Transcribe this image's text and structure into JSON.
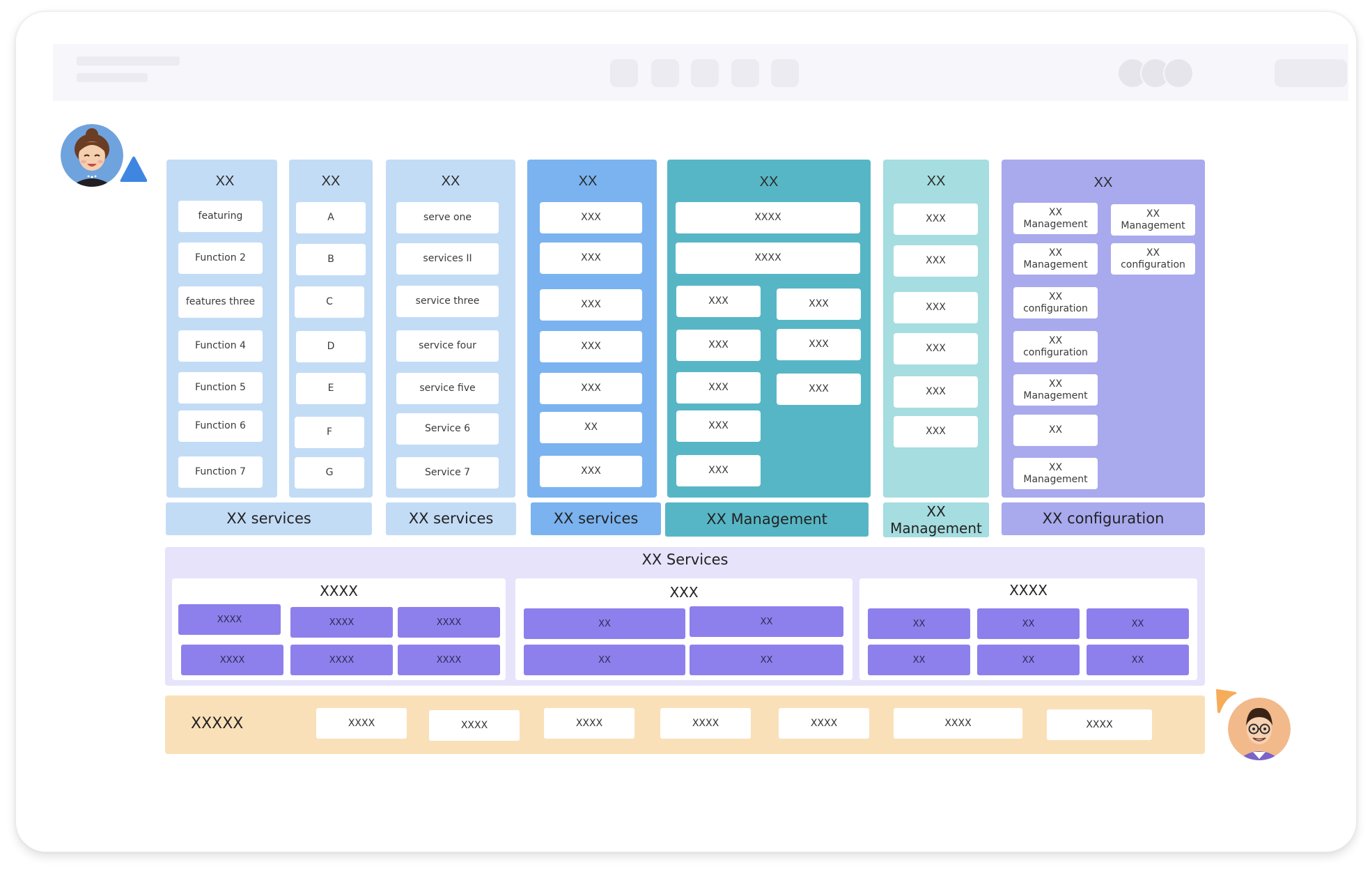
{
  "palette": {
    "light_blue": "#c3dcf6",
    "mid_blue": "#7ab3ef",
    "teal": "#57b6c5",
    "light_teal": "#a5dde0",
    "periwinkle": "#a9a9ee",
    "services_bg": "#e6e3fb",
    "purple_box": "#8d80ec",
    "orange": "#fae0b8",
    "accent_blue": "#3e86e2",
    "accent_orange": "#f6ac59"
  },
  "columns": [
    {
      "header": "XX",
      "items": [
        "featuring",
        "Function 2",
        "features three",
        "Function 4",
        "Function 5",
        "Function 6",
        "Function 7"
      ]
    },
    {
      "header": "XX",
      "items": [
        "A",
        "B",
        "C",
        "D",
        "E",
        "F",
        "G"
      ]
    },
    {
      "header": "XX",
      "items": [
        "serve one",
        "services II",
        "service three",
        "service four",
        "service five",
        "Service 6",
        "Service 7"
      ]
    },
    {
      "header": "XX",
      "items": [
        "XXX",
        "XXX",
        "XXX",
        "XXX",
        "XXX",
        "XX",
        "XXX"
      ]
    },
    {
      "header": "XX",
      "top_items": [
        "XXXX",
        "XXXX"
      ],
      "left_items": [
        "XXX",
        "XXX",
        "XXX",
        "XXX",
        "XXX"
      ],
      "right_items": [
        "XXX",
        "XXX",
        "XXX"
      ]
    },
    {
      "header": "XX",
      "items": [
        "XXX",
        "XXX",
        "XXX",
        "XXX",
        "XXX",
        "XXX"
      ]
    },
    {
      "header": "XX",
      "left_items": [
        "XX\nManagement",
        "XX\nManagement",
        "XX\nconfiguration",
        "XX\nconfiguration",
        "XX\nManagement",
        "XX",
        "XX\nManagement"
      ],
      "right_items": [
        "XX\nManagement",
        "XX\nconfiguration"
      ]
    }
  ],
  "footers": [
    "XX services",
    "XX services",
    "XX services",
    "XX Management",
    "XX\nManagement",
    "XX configuration"
  ],
  "services": {
    "title": "XX Services",
    "groups": [
      {
        "title": "XXXX",
        "rows": [
          [
            "XXXX",
            "XXXX",
            "XXXX"
          ],
          [
            "XXXX",
            "XXXX",
            "XXXX"
          ]
        ]
      },
      {
        "title": "XXX",
        "rows": [
          [
            "XX",
            "XX"
          ],
          [
            "XX",
            "XX"
          ]
        ]
      },
      {
        "title": "XXXX",
        "rows": [
          [
            "XX",
            "XX",
            "XX"
          ],
          [
            "XX",
            "XX",
            "XX"
          ]
        ]
      }
    ]
  },
  "bottom": {
    "title": "XXXXX",
    "items": [
      "XXXX",
      "XXXX",
      "XXXX",
      "XXXX",
      "XXXX",
      "XXXX",
      "XXXX"
    ]
  }
}
